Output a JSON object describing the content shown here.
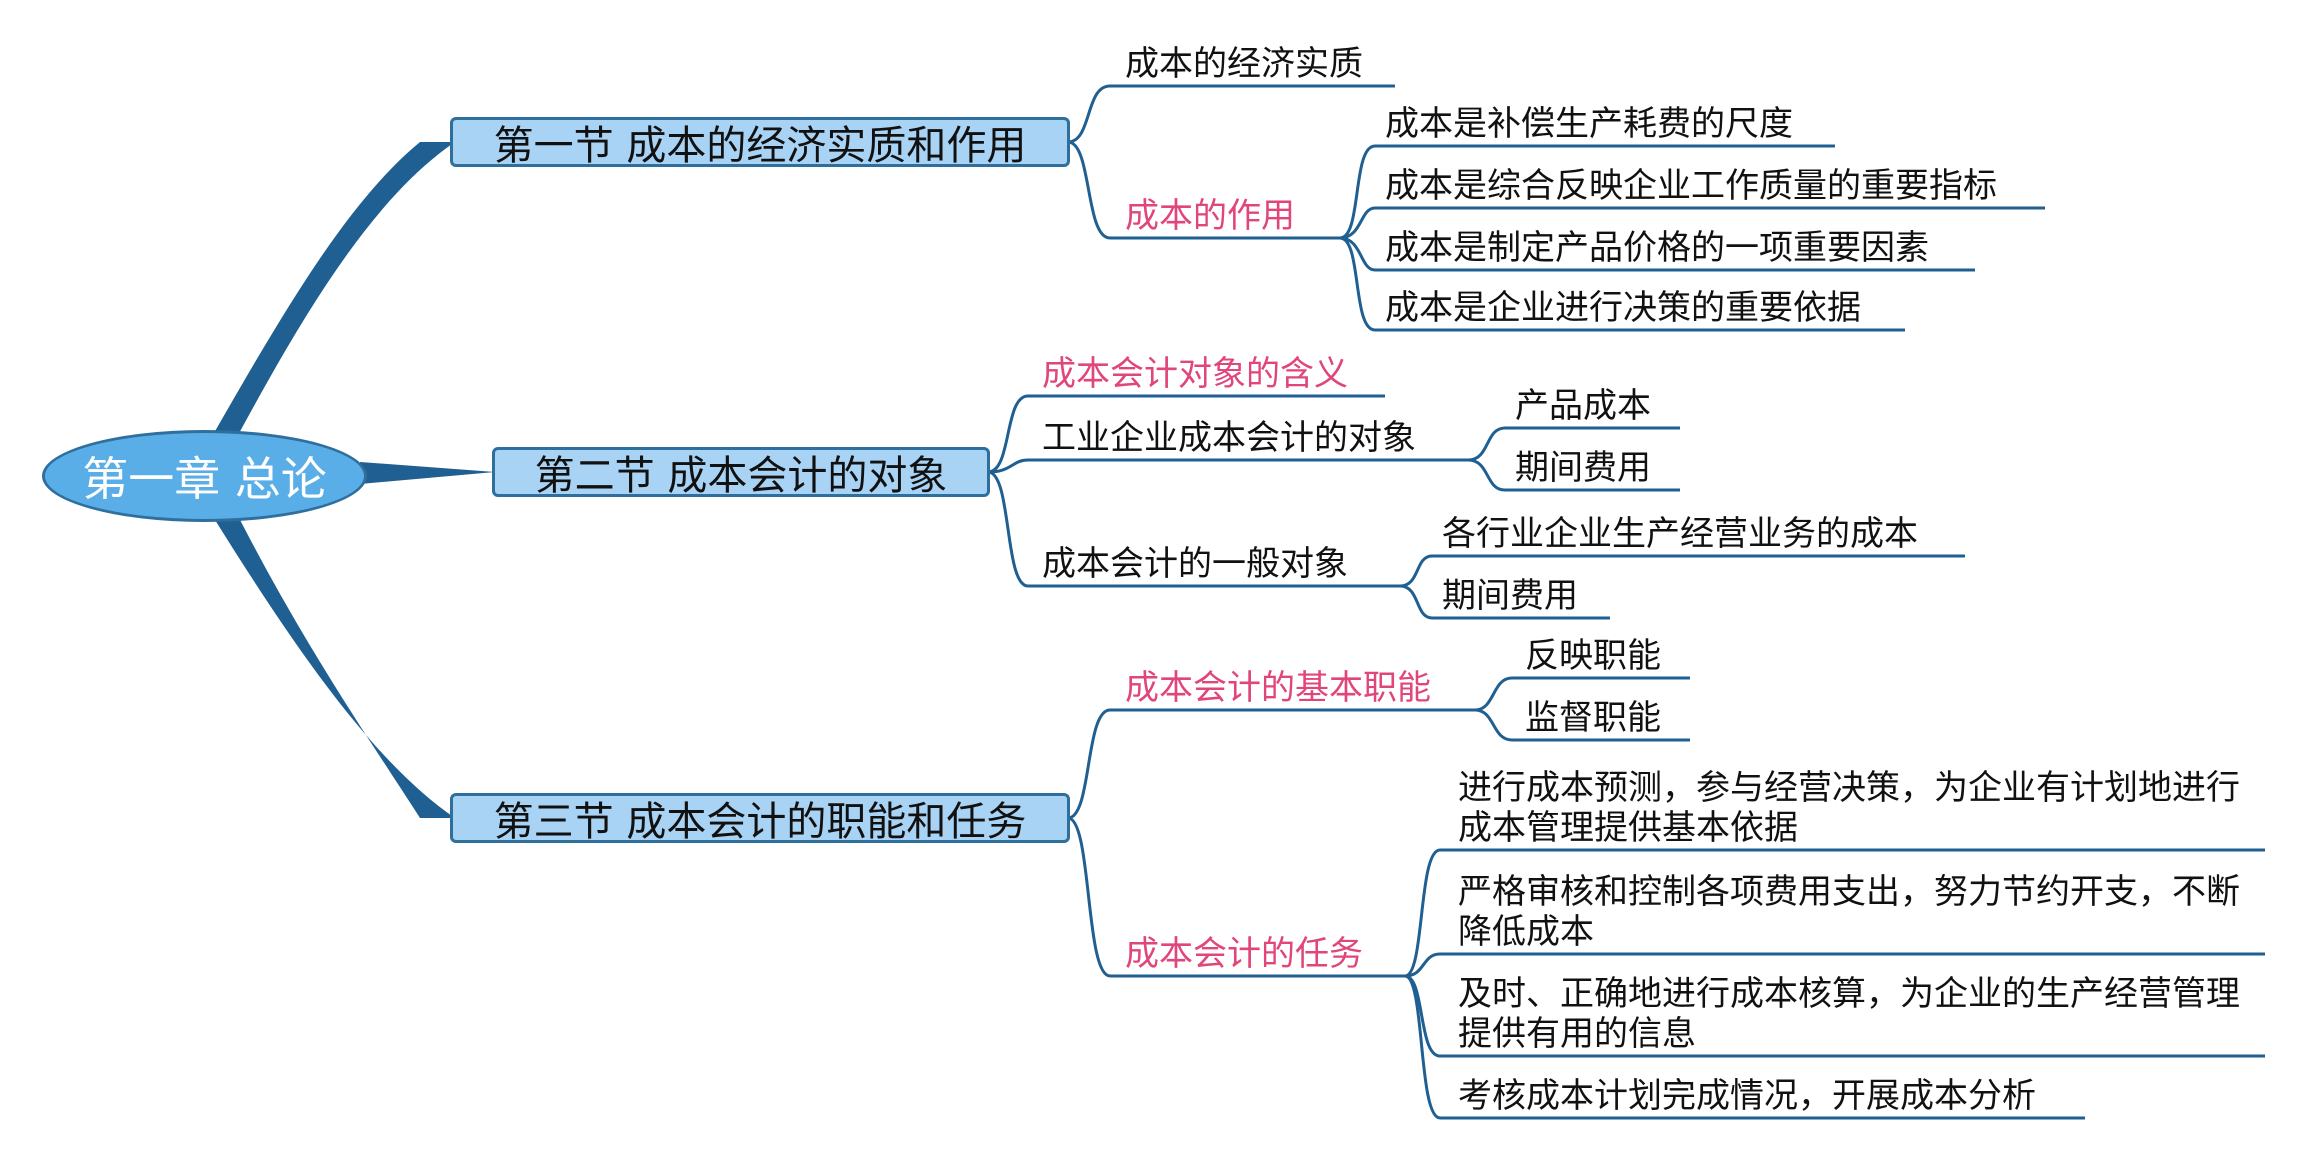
{
  "root": {
    "label": "第一章 总论"
  },
  "sections": [
    {
      "label": "第一节 成本的经济实质和作用",
      "topics": [
        {
          "label": "成本的经济实质",
          "highlight": false,
          "items": []
        },
        {
          "label": "成本的作用",
          "highlight": true,
          "items": [
            "成本是补偿生产耗费的尺度",
            "成本是综合反映企业工作质量的重要指标",
            "成本是制定产品价格的一项重要因素",
            "成本是企业进行决策的重要依据"
          ]
        }
      ]
    },
    {
      "label": "第二节 成本会计的对象",
      "topics": [
        {
          "label": "成本会计对象的含义",
          "highlight": true,
          "items": []
        },
        {
          "label": "工业企业成本会计的对象",
          "highlight": false,
          "items": [
            "产品成本",
            "期间费用"
          ]
        },
        {
          "label": "成本会计的一般对象",
          "highlight": false,
          "items": [
            "各行业企业生产经营业务的成本",
            "期间费用"
          ]
        }
      ]
    },
    {
      "label": "第三节 成本会计的职能和任务",
      "topics": [
        {
          "label": "成本会计的基本职能",
          "highlight": true,
          "items": [
            "反映职能",
            "监督职能"
          ]
        },
        {
          "label": "成本会计的任务",
          "highlight": true,
          "items": [
            "进行成本预测，参与经营决策，为企业有计划地进行成本管理提供基本依据",
            "严格审核和控制各项费用支出，努力节约开支，不断降低成本",
            "及时、正确地进行成本核算，为企业的生产经营管理提供有用的信息",
            "考核成本计划完成情况，开展成本分析"
          ]
        }
      ]
    }
  ],
  "colors": {
    "line": "#1f5f91",
    "highlight": "#e0457b",
    "box_fill": "#a9d3f5",
    "root_fill": "#5aaee8"
  }
}
